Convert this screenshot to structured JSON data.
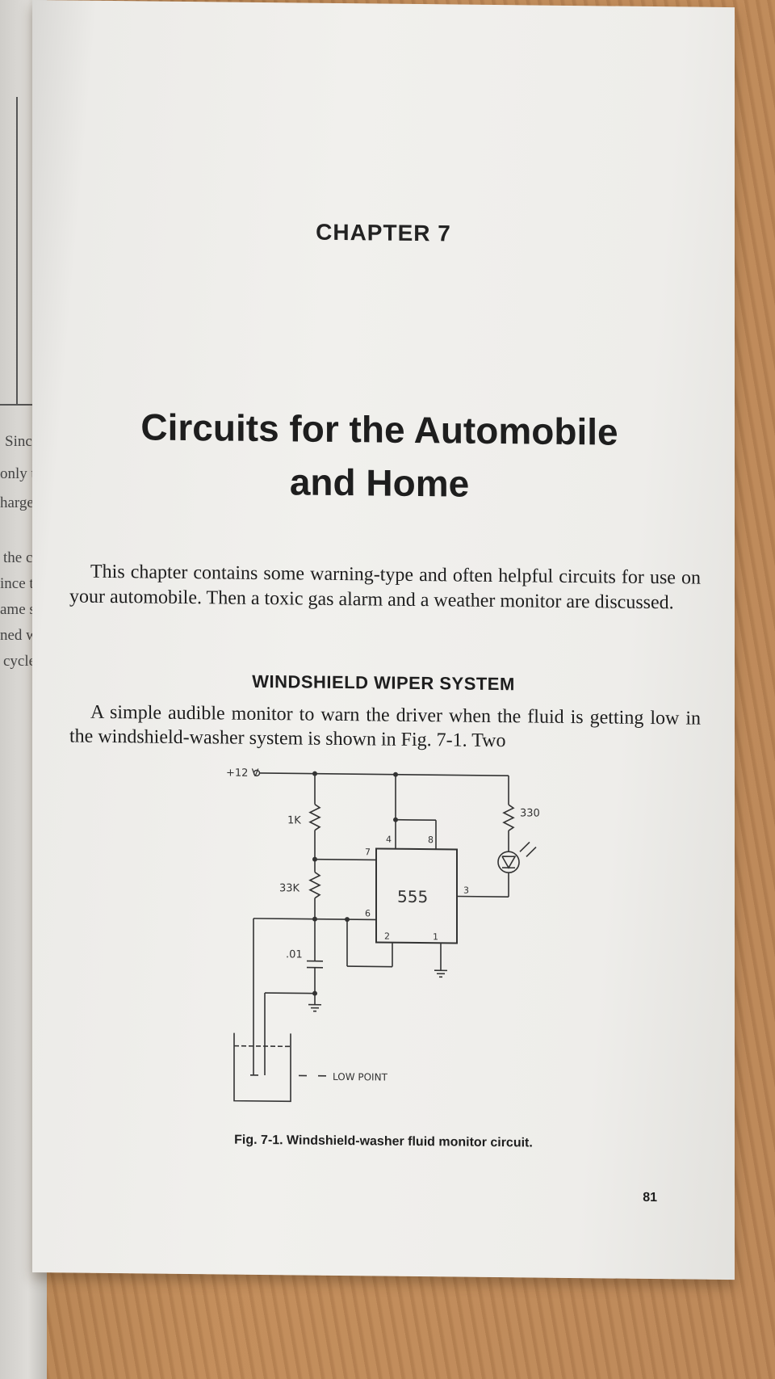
{
  "left_page_fragments": [
    "Since t",
    "only th",
    "harge fo",
    "the cycl",
    "ince the",
    "ame sta",
    "ned whil",
    "cycle to"
  ],
  "chapter": {
    "label": "CHAPTER 7",
    "title_line1": "Circuits for the Automobile",
    "title_line2": "and Home"
  },
  "intro": "This chapter contains some warning-type and often helpful circuits for use on your automobile. Then a toxic gas alarm and a weather monitor are discussed.",
  "section": {
    "heading": "WINDSHIELD WIPER SYSTEM",
    "body": "A simple audible monitor to warn the driver when the fluid is getting low in the windshield-washer system is shown in Fig. 7-1. Two"
  },
  "figure": {
    "supply_label": "+12 V",
    "r1_label": "1K",
    "r2_label": "33K",
    "c1_label": ".01",
    "r3_label": "330",
    "ic_label": "555",
    "pin4": "4",
    "pin8": "8",
    "pin7": "7",
    "pin6": "6",
    "pin3": "3",
    "pin2": "2",
    "pin1": "1",
    "low_point_label": "LOW POINT",
    "caption": "Fig. 7-1. Windshield-washer fluid monitor circuit."
  },
  "page_number": "81"
}
